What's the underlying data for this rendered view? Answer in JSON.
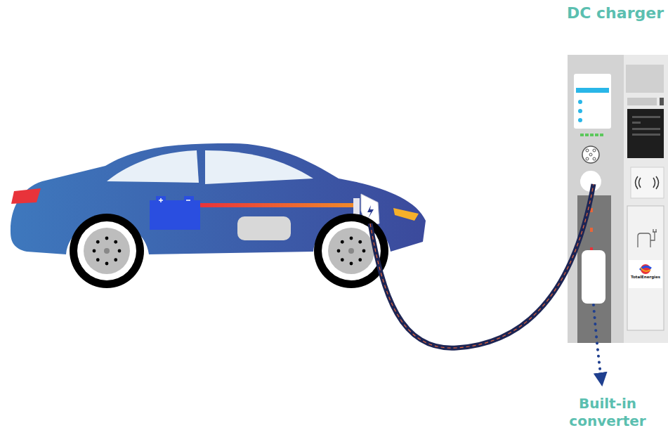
{
  "diagram": {
    "nodes": [
      {
        "text": [
          "DC charger"
        ]
      }
    ],
    "labels": [
      "Built-in converter",
      "TotalEnergies"
    ]
  }
}
